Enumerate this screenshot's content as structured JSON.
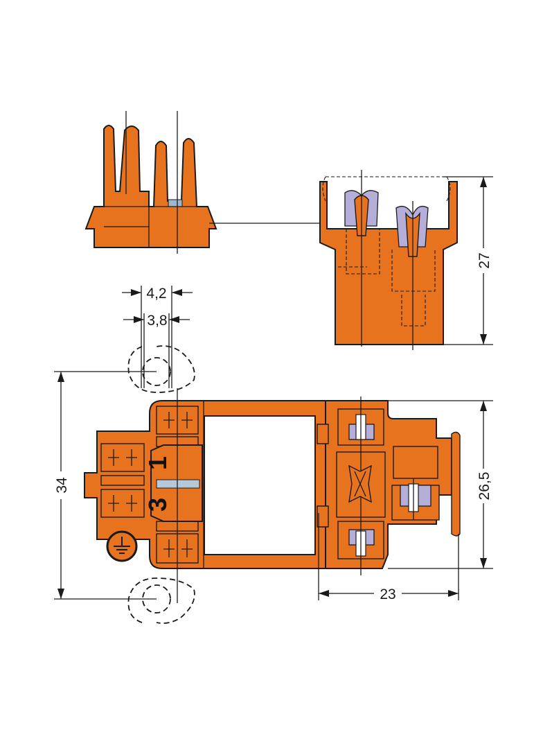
{
  "drawing": {
    "dimensions": {
      "pin_pitch_outer": "4,2",
      "pin_pitch_inner": "3,8",
      "height_side": "27",
      "height_total": "34",
      "height_body": "26,5",
      "width_body": "23"
    },
    "markings": {
      "pole_1": "1",
      "pole_3": "3"
    },
    "colors": {
      "housing": "#e8731f",
      "contact": "#b5aed8",
      "outline": "#1a1a1a"
    },
    "icons": [
      "ground-symbol-icon"
    ]
  }
}
